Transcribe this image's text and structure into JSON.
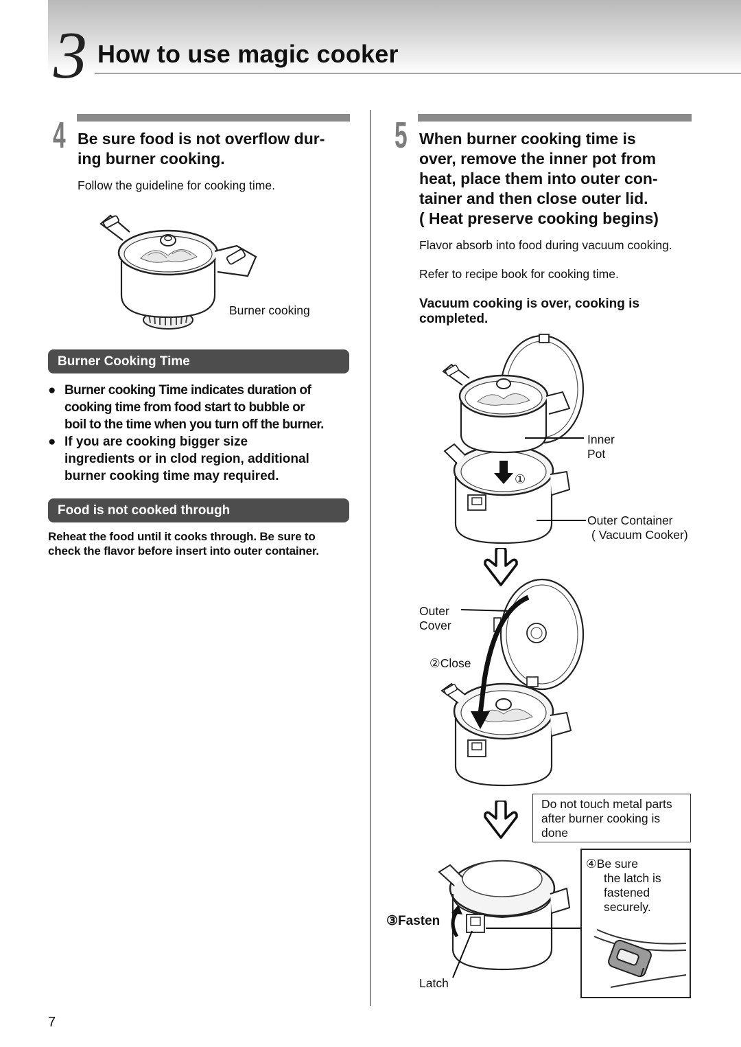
{
  "header": {
    "chapter_number": "3",
    "title": "How to use magic cooker"
  },
  "step4": {
    "number": "4",
    "title_line1": "Be sure food is not overflow dur-",
    "title_line2": "ing burner cooking.",
    "guideline": "Follow the guideline for cooking time.",
    "image_caption": "Burner cooking"
  },
  "burner_time": {
    "heading": "Burner Cooking Time",
    "bullets": [
      {
        "line1": "Burner cooking Time indicates duration of",
        "line2": "cooking time from food start to bubble or",
        "line3": "boil to the time when you turn off the burner."
      },
      {
        "line1": "If you are cooking bigger size",
        "line2": "ingredients or in clod region, additional",
        "line3": "burner cooking time may required."
      }
    ]
  },
  "not_cooked": {
    "heading": "Food is not cooked through",
    "body_line1": "Reheat the food until it cooks through. Be sure to",
    "body_line2": "check the flavor before insert into outer container."
  },
  "step5": {
    "number": "5",
    "title_lines": [
      "When burner cooking time is",
      "over, remove the inner pot from",
      "heat, place them into outer con-",
      "tainer and then close outer lid.",
      "( Heat preserve cooking begins)"
    ],
    "flavor": "Flavor absorb into food during vacuum cooking.",
    "refer": "Refer to recipe book for cooking time.",
    "vacuum_line1": "Vacuum cooking is over, cooking is",
    "vacuum_line2": "completed."
  },
  "diagram": {
    "inner_pot_line1": "Inner",
    "inner_pot_line2": "Pot",
    "step1_marker": "①",
    "outer_container_line1": "Outer Container",
    "outer_container_line2": "( Vacuum Cooker)",
    "outer_cover_line1": "Outer",
    "outer_cover_line2": "Cover",
    "close": "②Close",
    "warning_line1": "Do not touch metal parts",
    "warning_line2": "after burner cooking is",
    "warning_line3": "done",
    "fasten": "③Fasten",
    "latch_note_line1": "④Be sure",
    "latch_note_line2": "the latch is",
    "latch_note_line3": "fastened",
    "latch_note_line4": "securely.",
    "latch": "Latch"
  },
  "page_number": "7"
}
